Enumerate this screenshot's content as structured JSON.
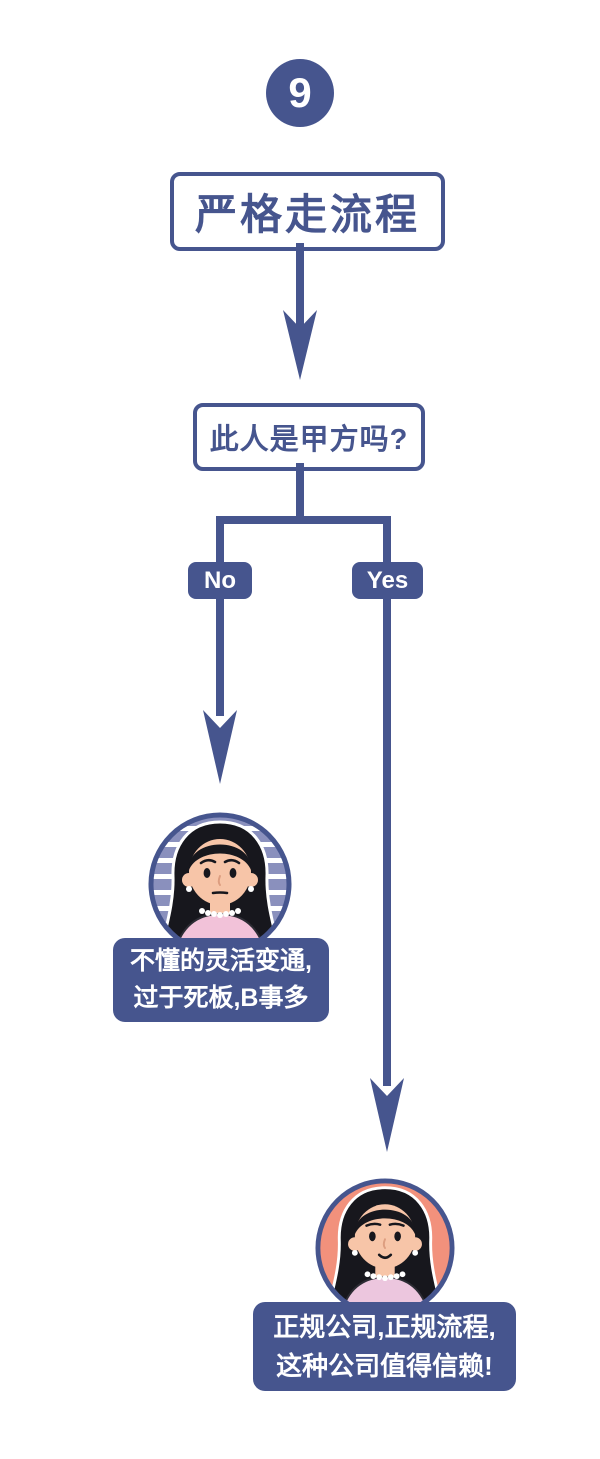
{
  "colors": {
    "primary_blue": "#46558e",
    "left_avatar_bg": "#8a90bd",
    "right_avatar_bg": "#f2917c",
    "stripe_white": "#ffffff",
    "skin": "#f7c5a8",
    "hair": "#17171d",
    "shirt_pink": "#f2c2d9",
    "page_bg": "#ffffff"
  },
  "step_badge": "9",
  "title": "严格走流程",
  "question": "此人是甲方吗?",
  "branch_no": {
    "label": "No",
    "avatar": "worried-woman-avatar",
    "caption_line1": "不懂的灵活变通,",
    "caption_line2": "过于死板,B事多"
  },
  "branch_yes": {
    "label": "Yes",
    "avatar": "smiling-woman-avatar",
    "caption_line1": "正规公司,正规流程,",
    "caption_line2": "这种公司值得信赖!"
  }
}
